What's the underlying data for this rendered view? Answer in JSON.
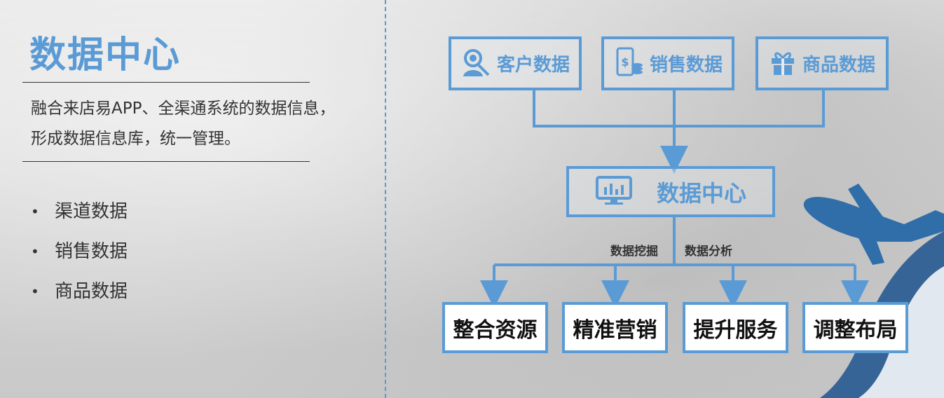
{
  "left": {
    "title": "数据中心",
    "description": [
      "融合来店易APP、全渠通系统的数据信息，",
      "形成数据信息库，统一管理。"
    ],
    "bullets": [
      "渠道数据",
      "销售数据",
      "商品数据"
    ],
    "bullet_symbol": "•"
  },
  "diagram": {
    "sources": [
      {
        "label": "客户数据",
        "icon": "customer-icon"
      },
      {
        "label": "销售数据",
        "icon": "sales-phone-icon"
      },
      {
        "label": "商品数据",
        "icon": "gift-icon"
      }
    ],
    "center": {
      "label": "数据中心",
      "icon": "monitor-chart-icon"
    },
    "connector_labels": [
      "数据挖掘",
      "数据分析"
    ],
    "outputs": [
      "整合资源",
      "精准营销",
      "提升服务",
      "调整布局"
    ]
  },
  "colors": {
    "accent": "#5b9bd5",
    "dark_blue": "#2f5f93",
    "text": "#333333"
  }
}
